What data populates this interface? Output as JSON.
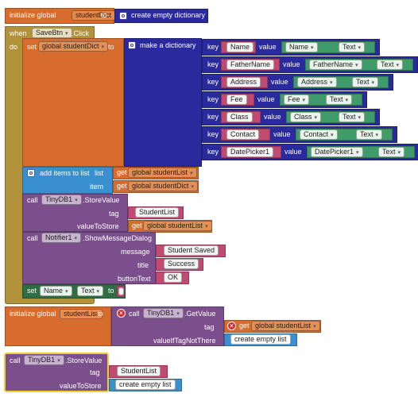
{
  "init_global_dict": {
    "keyword_initialize": "initialize global",
    "var_name": "studentDict",
    "keyword_to": "to",
    "value_label": "create empty dictionary"
  },
  "when_event": {
    "keyword_when": "when",
    "component": "SaveBtn",
    "event": ".Click",
    "keyword_do": "do",
    "set_block": {
      "keyword_set": "set",
      "var": "global studentDict",
      "keyword_to": "to",
      "make_dict_label": "make a dictionary",
      "pairs": [
        {
          "key_label": "key",
          "key_text": "Name",
          "value_label": "value",
          "component": "Name",
          "prop": "Text"
        },
        {
          "key_label": "key",
          "key_text": "FatherName",
          "value_label": "value",
          "component": "FatherName",
          "prop": "Text"
        },
        {
          "key_label": "key",
          "key_text": "Address",
          "value_label": "value",
          "component": "Address",
          "prop": "Text"
        },
        {
          "key_label": "key",
          "key_text": "Fee",
          "value_label": "value",
          "component": "Fee",
          "prop": "Text"
        },
        {
          "key_label": "key",
          "key_text": "Class",
          "value_label": "value",
          "component": "Class",
          "prop": "Text"
        },
        {
          "key_label": "key",
          "key_text": "Contact",
          "value_label": "value",
          "component": "Contact",
          "prop": "Text"
        },
        {
          "key_label": "key",
          "key_text": "DatePicker1",
          "value_label": "value",
          "component": "DatePicker1",
          "prop": "Text"
        }
      ]
    },
    "add_items": {
      "label": "add items to list",
      "list_label": "list",
      "list_get": "get",
      "list_var": "global studentList",
      "item_label": "item",
      "item_get": "get",
      "item_var": "global studentDict"
    },
    "store_value": {
      "keyword_call": "call",
      "component": "TinyDB1",
      "method": ".StoreValue",
      "tag_label": "tag",
      "tag_value": "StudentList",
      "value_label": "valueToStore",
      "value_get": "get",
      "value_var": "global studentList"
    },
    "message_dialog": {
      "keyword_call": "call",
      "component": "Notifier1",
      "method": ".ShowMessageDialog",
      "message_label": "message",
      "message_value": "Student Saved",
      "title_label": "title",
      "title_value": "Success",
      "button_label": "buttonText",
      "button_value": "OK"
    },
    "set_text": {
      "keyword_set": "set",
      "component": "Name",
      "prop": "Text",
      "keyword_to": "to"
    }
  },
  "init_global_list": {
    "keyword_initialize": "initialize global",
    "var_name": "studentList",
    "keyword_to": "to",
    "keyword_call": "call",
    "component": "TinyDB1",
    "method": ".GetValue",
    "tag_label": "tag",
    "tag_get": "get",
    "tag_var": "global studentList",
    "default_label": "valueIfTagNotThere",
    "default_value": "create empty list"
  },
  "bottom_store": {
    "keyword_call": "call",
    "component": "TinyDB1",
    "method": ".StoreValue",
    "tag_label": "tag",
    "tag_value": "StudentList",
    "value_label": "valueToStore",
    "value_value": "create empty list"
  },
  "colors": {
    "variables": "#d66d2e",
    "dictionary": "#2a2a9c",
    "event": "#b2923b",
    "tinydb": "#7b4e8c",
    "text": "#c04a72",
    "lists": "#3a8fd0",
    "components": "#3f9c6a"
  }
}
